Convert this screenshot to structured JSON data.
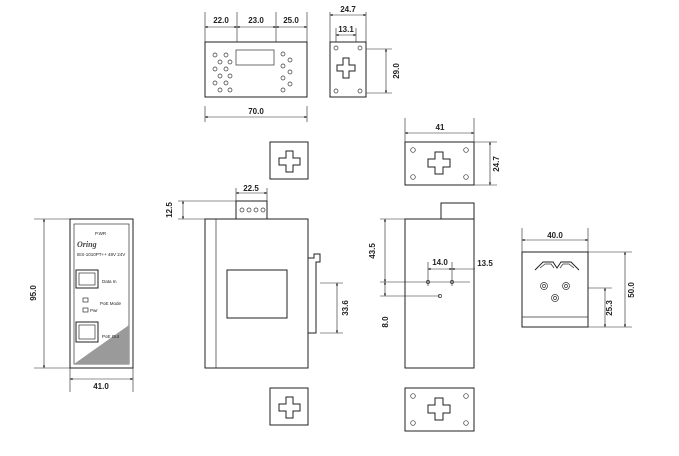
{
  "dimensions": {
    "top_w1": "22.0",
    "top_w2": "23.0",
    "top_w3": "25.0",
    "top_total": "70.0",
    "side_depth": "24.7",
    "side_inner": "13.1",
    "side_height": "29.0",
    "bracket_width": "41",
    "bracket_height": "24.7",
    "front_height": "95.0",
    "front_width": "41.0",
    "conn_width": "22.5",
    "conn_height": "12.5",
    "side_mount": "33.6",
    "rear_top": "43.5",
    "rear_h1": "14.0",
    "rear_h2": "13.5",
    "rear_v": "8.0",
    "din_width": "40.0",
    "din_height": "50.0",
    "din_offset": "25.3"
  },
  "device_labels": {
    "logo": "Oring",
    "model": "IES-1010PT++ 48V 24V",
    "power": "P.WR",
    "port1": "Data In",
    "port2": "PoE Mode",
    "port3": "PoE Out",
    "led": "Pwr"
  }
}
